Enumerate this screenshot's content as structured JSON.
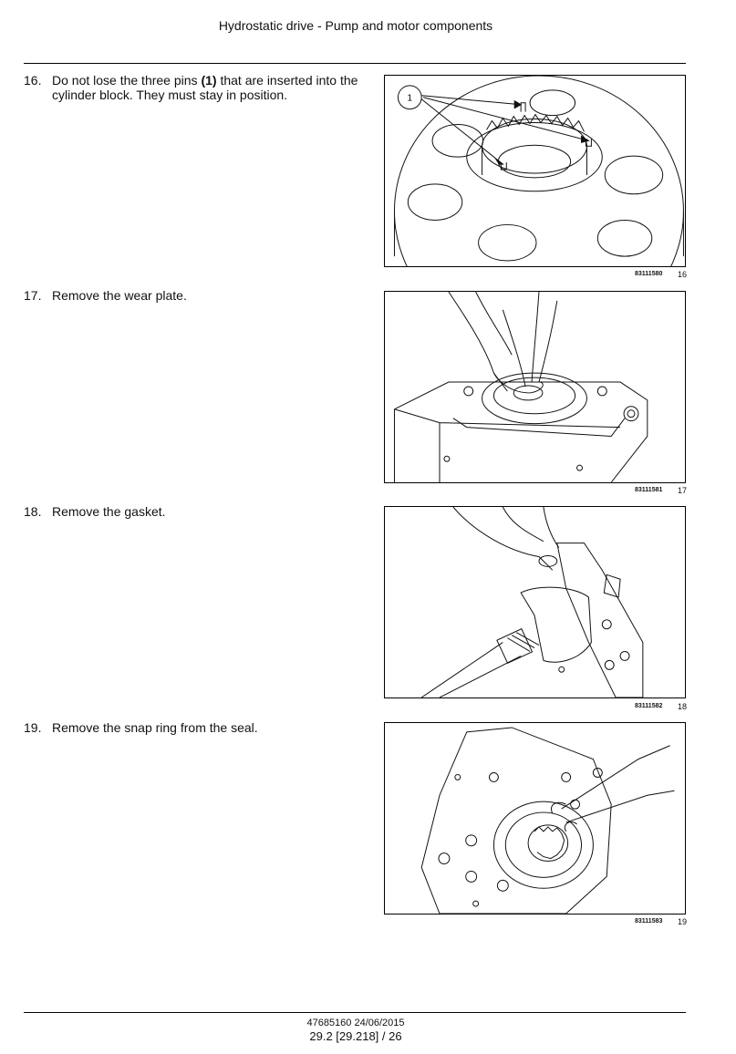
{
  "header": {
    "title": "Hydrostatic drive - Pump and motor components"
  },
  "steps": [
    {
      "num": "16.",
      "pre": "Do not lose the three pins ",
      "bold": "(1)",
      "post": " that are inserted into the cylinder block. They must stay in position.",
      "code": "83111580",
      "fig": "16",
      "callout": "1"
    },
    {
      "num": "17.",
      "text": "Remove the wear plate.",
      "code": "83111581",
      "fig": "17"
    },
    {
      "num": "18.",
      "text": "Remove the gasket.",
      "code": "83111582",
      "fig": "18"
    },
    {
      "num": "19.",
      "text": "Remove the snap ring from the seal.",
      "code": "83111583",
      "fig": "19"
    }
  ],
  "footer": {
    "doc": "47685160 24/06/2015",
    "page": "29.2 [29.218] / 26"
  }
}
